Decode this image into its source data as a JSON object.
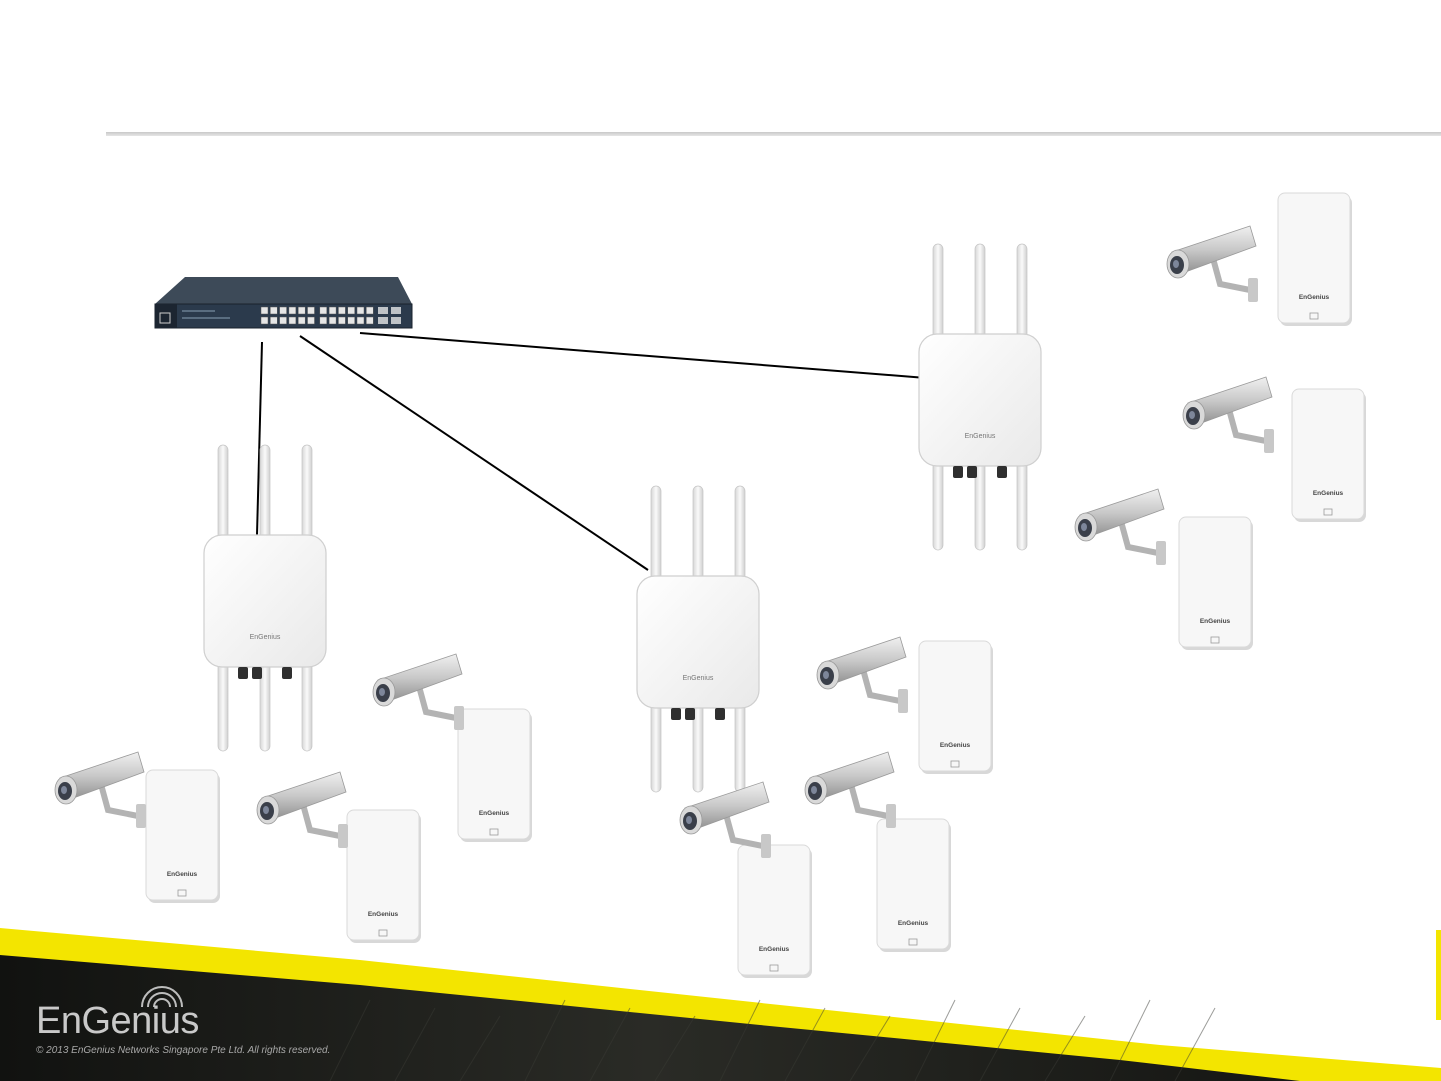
{
  "brand": {
    "device_brand": "EnGenius",
    "footer_logo": "EnGenius",
    "copyright": "© 2013 EnGenius Networks Singapore Pte Ltd. All rights reserved."
  },
  "colors": {
    "yellow_band": "#f3e500",
    "dark_band": "#1b1c1a",
    "switch_body": "#2b3a4c",
    "device_white": "#f7f7f7",
    "link_line": "#000000"
  },
  "nodes": [
    {
      "id": "poe-switch",
      "type": "network-switch"
    },
    {
      "id": "ap-left",
      "type": "outdoor-access-point"
    },
    {
      "id": "ap-middle",
      "type": "outdoor-access-point"
    },
    {
      "id": "ap-right",
      "type": "outdoor-access-point"
    },
    {
      "id": "cpe-1",
      "type": "client-bridge-with-camera"
    },
    {
      "id": "cpe-2",
      "type": "client-bridge-with-camera"
    },
    {
      "id": "cpe-3",
      "type": "client-bridge-with-camera"
    },
    {
      "id": "cpe-4",
      "type": "client-bridge-with-camera"
    },
    {
      "id": "cpe-5",
      "type": "client-bridge-with-camera"
    },
    {
      "id": "cpe-6",
      "type": "client-bridge-with-camera"
    },
    {
      "id": "cpe-7",
      "type": "client-bridge-with-camera"
    },
    {
      "id": "cpe-8",
      "type": "client-bridge-with-camera"
    },
    {
      "id": "cpe-9",
      "type": "client-bridge-with-camera"
    }
  ],
  "links": [
    {
      "from": "poe-switch",
      "to": "ap-left"
    },
    {
      "from": "poe-switch",
      "to": "ap-middle"
    },
    {
      "from": "poe-switch",
      "to": "ap-right"
    }
  ]
}
